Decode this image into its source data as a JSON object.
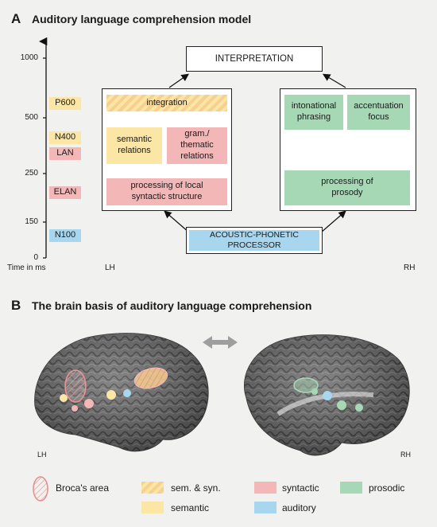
{
  "section_a": {
    "letter": "A",
    "title": "Auditory language comprehension model"
  },
  "section_b": {
    "letter": "B",
    "title": "The brain basis of auditory language comprehension"
  },
  "axis": {
    "ticks": [
      "1000",
      "500",
      "250",
      "150",
      "0"
    ],
    "label": "Time in ms"
  },
  "erp": {
    "p600": "P600",
    "n400": "N400",
    "lan": "LAN",
    "elan": "ELAN",
    "n100": "N100"
  },
  "hemispheres": {
    "left": "LH",
    "right": "RH"
  },
  "model": {
    "interpretation": "INTERPRETATION",
    "integration": "integration",
    "semantic_relations": "semantic relations",
    "thematic_relations": "gram./ thematic relations",
    "local_syntax": "processing of local syntactic structure",
    "intonational_phrasing": "intonational phrasing",
    "accentuation_focus": "accentuation focus",
    "prosody": "processing of prosody",
    "acoustic_line1": "ACOUSTIC-PHONETIC",
    "acoustic_line2": "PROCESSOR"
  },
  "brains": {
    "left_label": "LH",
    "right_label": "RH"
  },
  "legend": {
    "broca": "Broca's area",
    "sem_syn": "sem. & syn.",
    "syntactic": "syntactic",
    "prosodic": "prosodic",
    "semantic": "semantic",
    "auditory": "auditory"
  },
  "colors": {
    "semantic": "#fbe6a6",
    "syntactic": "#f3b7b7",
    "prosodic": "#a7d8b6",
    "auditory": "#a9d6ef",
    "hatch": "#f7cf8e"
  }
}
